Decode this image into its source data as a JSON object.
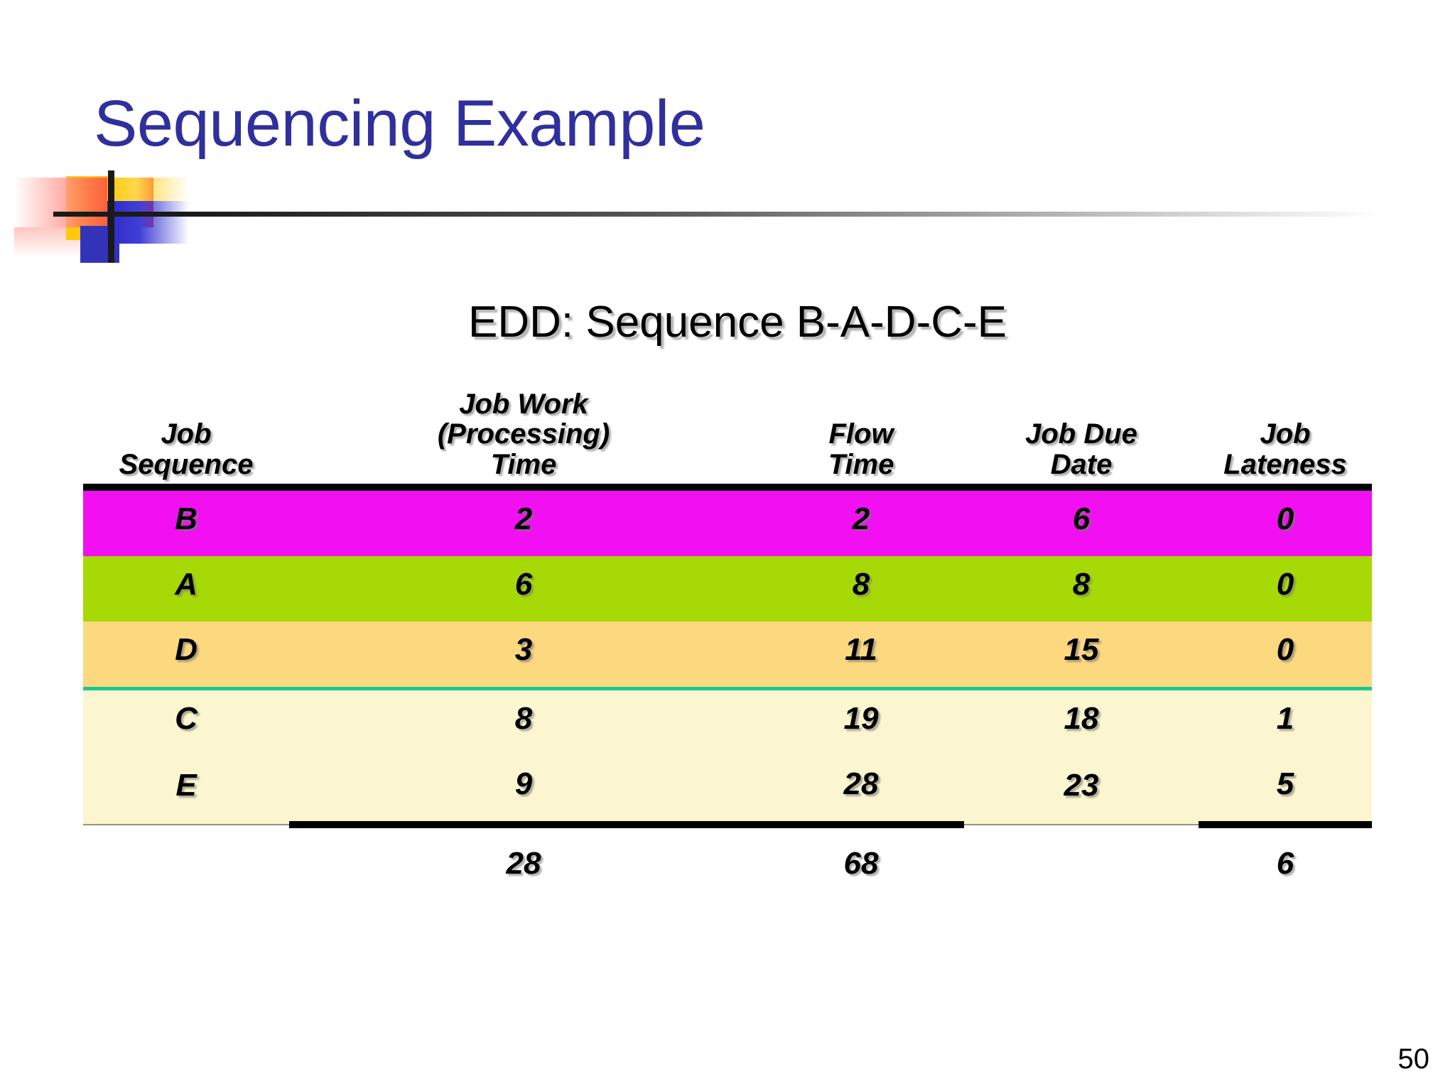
{
  "slide": {
    "title": "Sequencing Example",
    "subtitle": "EDD: Sequence B-A-D-C-E",
    "page_number": "50"
  },
  "colors": {
    "title_blue": "#2F2F9E",
    "row_b": "#F210F2",
    "row_a": "#A7D906",
    "row_d": "#FCD87F",
    "row_c": "#FCF6D0",
    "row_e": "#FCF6D0",
    "separator_teal": "#18C98E",
    "logo_yellow": "#FFC90E",
    "logo_red": "#FF1A10",
    "logo_blue": "#3333B8"
  },
  "table": {
    "headers": [
      {
        "line1": "Job",
        "line2": "Sequence"
      },
      {
        "line1": "Job Work",
        "line2": "(Processing)",
        "line3": "Time"
      },
      {
        "line1": "Flow",
        "line2": "Time"
      },
      {
        "line1": "Job Due",
        "line2": "Date"
      },
      {
        "line1": "Job",
        "line2": "Lateness"
      }
    ],
    "rows": [
      {
        "job": "B",
        "processing_time": "2",
        "flow_time": "2",
        "due_date": "6",
        "lateness": "0"
      },
      {
        "job": "A",
        "processing_time": "6",
        "flow_time": "8",
        "due_date": "8",
        "lateness": "0"
      },
      {
        "job": "D",
        "processing_time": "3",
        "flow_time": "11",
        "due_date": "15",
        "lateness": "0"
      },
      {
        "job": "C",
        "processing_time": "8",
        "flow_time": "19",
        "due_date": "18",
        "lateness": "1"
      },
      {
        "job": "E",
        "processing_time": "9",
        "flow_time": "28",
        "due_date": "23",
        "lateness": "5"
      }
    ],
    "totals": {
      "job": "",
      "processing_time": "28",
      "flow_time": "68",
      "due_date": "",
      "lateness": "6"
    }
  }
}
